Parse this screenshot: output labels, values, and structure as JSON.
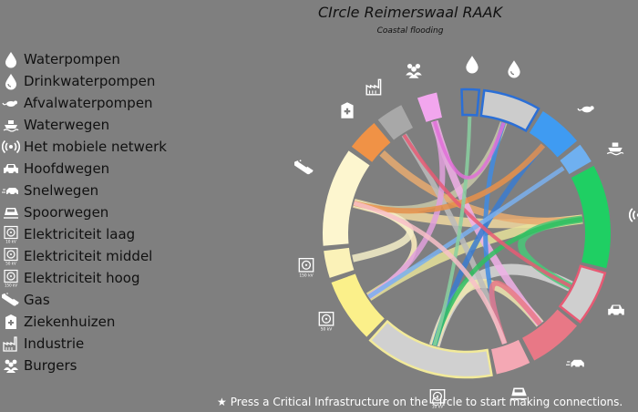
{
  "header": {
    "title": "CIrcle Reimerswaal RAAK",
    "subtitle": "Coastal flooding"
  },
  "legend": [
    {
      "label": "Waterpompen",
      "icon": "water-drop-icon"
    },
    {
      "label": "Drinkwaterpompen",
      "icon": "water-drop-outline-icon"
    },
    {
      "label": "Afvalwaterpompen",
      "icon": "rat-icon"
    },
    {
      "label": "Waterwegen",
      "icon": "ship-icon"
    },
    {
      "label": "Het mobiele netwerk",
      "icon": "signal-icon"
    },
    {
      "label": "Hoofdwegen",
      "icon": "car-icon"
    },
    {
      "label": "Snelwegen",
      "icon": "fast-car-icon"
    },
    {
      "label": "Spoorwegen",
      "icon": "train-icon"
    },
    {
      "label": "Elektriciteit laag",
      "icon": "electric-low-icon",
      "badge": "10 kV"
    },
    {
      "label": "Elektriciteit middel",
      "icon": "electric-mid-icon",
      "badge": "50 kV"
    },
    {
      "label": "Elektriciteit hoog",
      "icon": "electric-high-icon",
      "badge": "150 kV"
    },
    {
      "label": "Gas",
      "icon": "gas-pipe-icon"
    },
    {
      "label": "Ziekenhuizen",
      "icon": "hospital-icon"
    },
    {
      "label": "Industrie",
      "icon": "factory-icon"
    },
    {
      "label": "Burgers",
      "icon": "people-icon"
    }
  ],
  "wheel_icon_badges": {
    "electric_high": "150 kV",
    "electric_mid": "50 kV",
    "electric_low": "10 kV"
  },
  "colors": {
    "background": "#7f7f7f",
    "waterpompen": "#cccccc",
    "drinkwaterpompen": "#3f9bf2",
    "afvalwaterpompen": "#6fb0f0",
    "mobiel": "#1fcf63",
    "hoofdwegen": "#cfcfcf",
    "snelwegen": "#e87886",
    "spoorwegen": "#f4a8b4",
    "elektriciteit_laag": "#d0d0d0",
    "elektriciteit_middel": "#fbf08a",
    "elektriciteit_hoog": "#fbf2b8",
    "gas": "#fdf6cf",
    "ziekenhuizen": "#f09246",
    "industrie": "#a8a8a8",
    "burgers": "#f2a6ee"
  },
  "footer": {
    "star": "★",
    "hint": "Press a Critical Infrastructure on the CIrcle to start making connections."
  }
}
